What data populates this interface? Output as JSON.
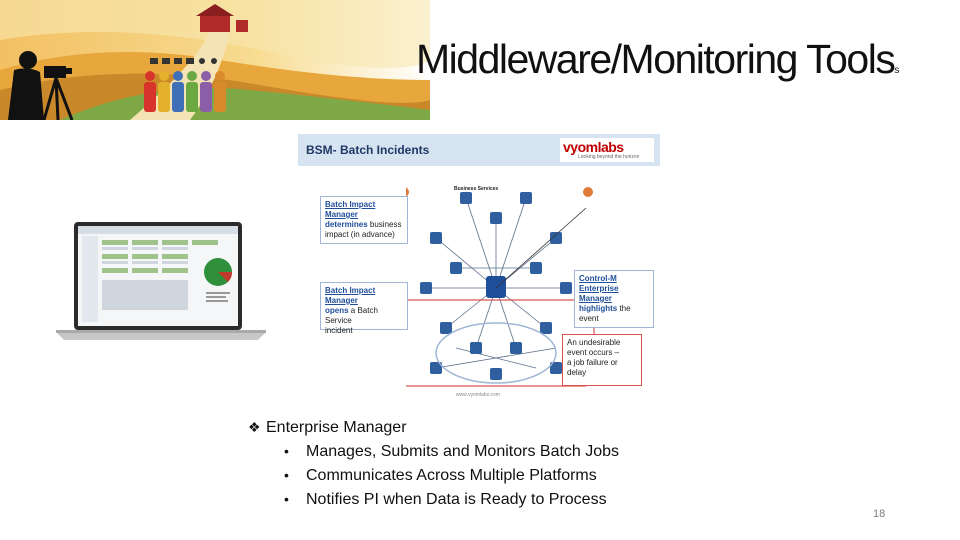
{
  "slide": {
    "title": "Middleware/Monitoring Tools",
    "title_mark": "s",
    "page_number": "18"
  },
  "diagram": {
    "header": "BSM- Batch Incidents",
    "logo": "vyomlabs",
    "logo_tagline": "Looking beyond the horizon",
    "service_title": "Business Services",
    "callouts": {
      "top_left": {
        "l1": "Batch Impact",
        "l2": "Manager",
        "l3": "determines",
        "l3b": " business",
        "l4": "impact (in advance)"
      },
      "mid_left": {
        "l1": "Batch Impact",
        "l2": "Manager",
        "l3": "opens",
        "l3b": " a Batch Service",
        "l4": "incident"
      },
      "right": {
        "l1": "Control-M",
        "l2": "Enterprise",
        "l3": "Manager",
        "l4": "highlights",
        "l4b": " the",
        "l5": "event"
      },
      "bottom_right": {
        "l1": "An undesirable",
        "l2": "event occurs –",
        "l3": "a job failure or",
        "l4": "delay"
      }
    },
    "footer": "www.vyomlabs.com"
  },
  "bullets": {
    "main": "Enterprise Manager",
    "items": [
      "Manages, Submits and Monitors Batch Jobs",
      "Communicates Across Multiple Platforms",
      "Notifies PI when Data is Ready to Process"
    ]
  },
  "colors": {
    "accent_red": "#c00000",
    "callout_blue": "#1f4e9a",
    "header_bg": "#d6e4f2"
  }
}
